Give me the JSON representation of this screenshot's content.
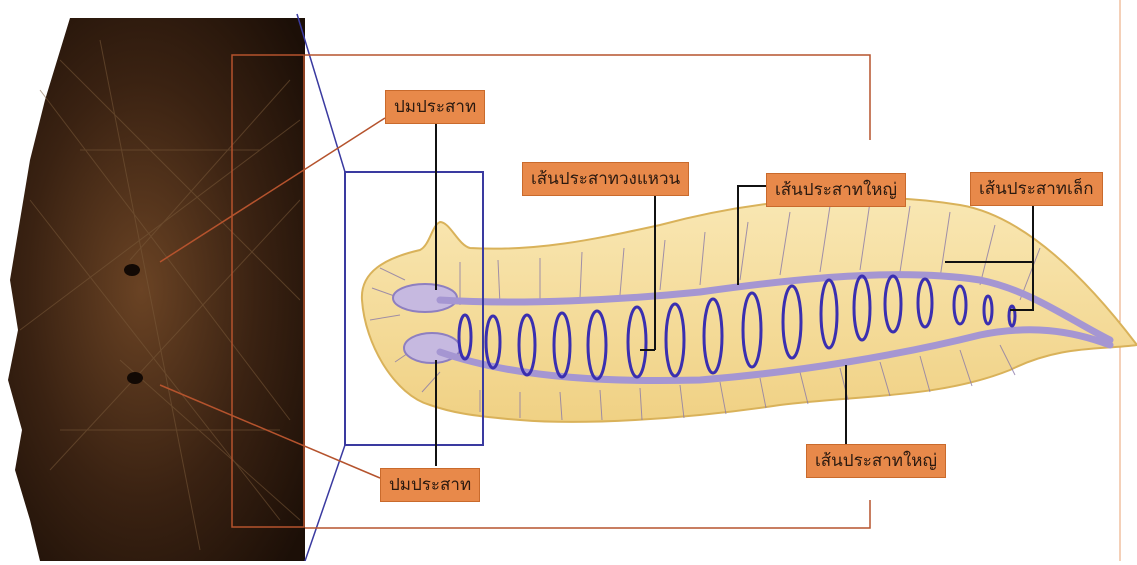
{
  "labels": {
    "ganglion_top": "ปมประสาท",
    "ring_nerve": "เส้นประสาทวงแหวน",
    "main_nerve_top": "เส้นประสาทใหญ่",
    "small_nerve": "เส้นประสาทเล็ก",
    "main_nerve_bottom": "เส้นประสาทใหญ่",
    "ganglion_bottom": "ปมประสาท"
  },
  "colors": {
    "label_fill": "#e8894a",
    "body_fill": "#f5dc9a",
    "nerve_cord": "#b3a6d6",
    "ring": "#3a2fb0",
    "frame_blue": "#3a3aa0",
    "frame_orange": "#b5532d"
  }
}
